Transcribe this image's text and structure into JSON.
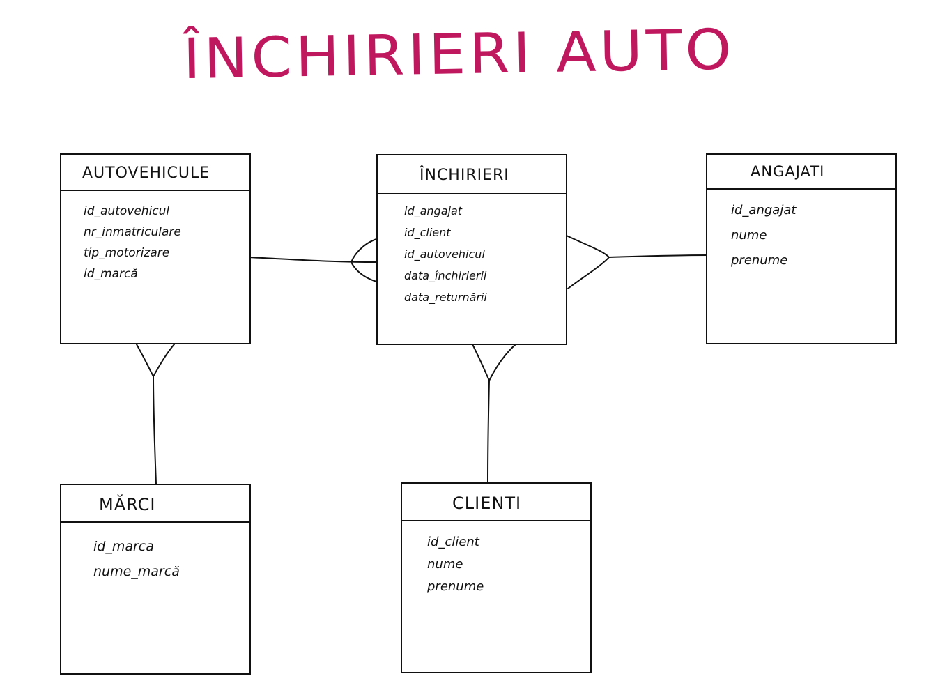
{
  "title": "ÎNCHIRIERI AUTO",
  "entities": {
    "autovehicule": {
      "name": "AUTOVEHICULE",
      "attributes": [
        "id_autovehicul",
        "nr_inmatriculare",
        "tip_motorizare",
        "id_marcă"
      ]
    },
    "inchirieri": {
      "name": "ÎNCHIRIERI",
      "attributes": [
        "id_angajat",
        "id_client",
        "id_autovehicul",
        "data_închirierii",
        "data_returnării"
      ]
    },
    "angajati": {
      "name": "ANGAJATI",
      "attributes": [
        "id_angajat",
        "nume",
        "prenume"
      ]
    },
    "marci": {
      "name": "MĂRCI",
      "attributes": [
        "id_marca",
        "nume_marcă"
      ]
    },
    "clienti": {
      "name": "CLIENTI",
      "attributes": [
        "id_client",
        "nume",
        "prenume"
      ]
    }
  },
  "relationships": [
    {
      "from": "autovehicule",
      "to": "inchirieri",
      "many_side": "inchirieri"
    },
    {
      "from": "angajati",
      "to": "inchirieri",
      "many_side": "inchirieri"
    },
    {
      "from": "marci",
      "to": "autovehicule",
      "many_side": "autovehicule"
    },
    {
      "from": "clienti",
      "to": "inchirieri",
      "many_side": "inchirieri"
    }
  ],
  "colors": {
    "title": "#c0185f",
    "ink": "#111111"
  }
}
